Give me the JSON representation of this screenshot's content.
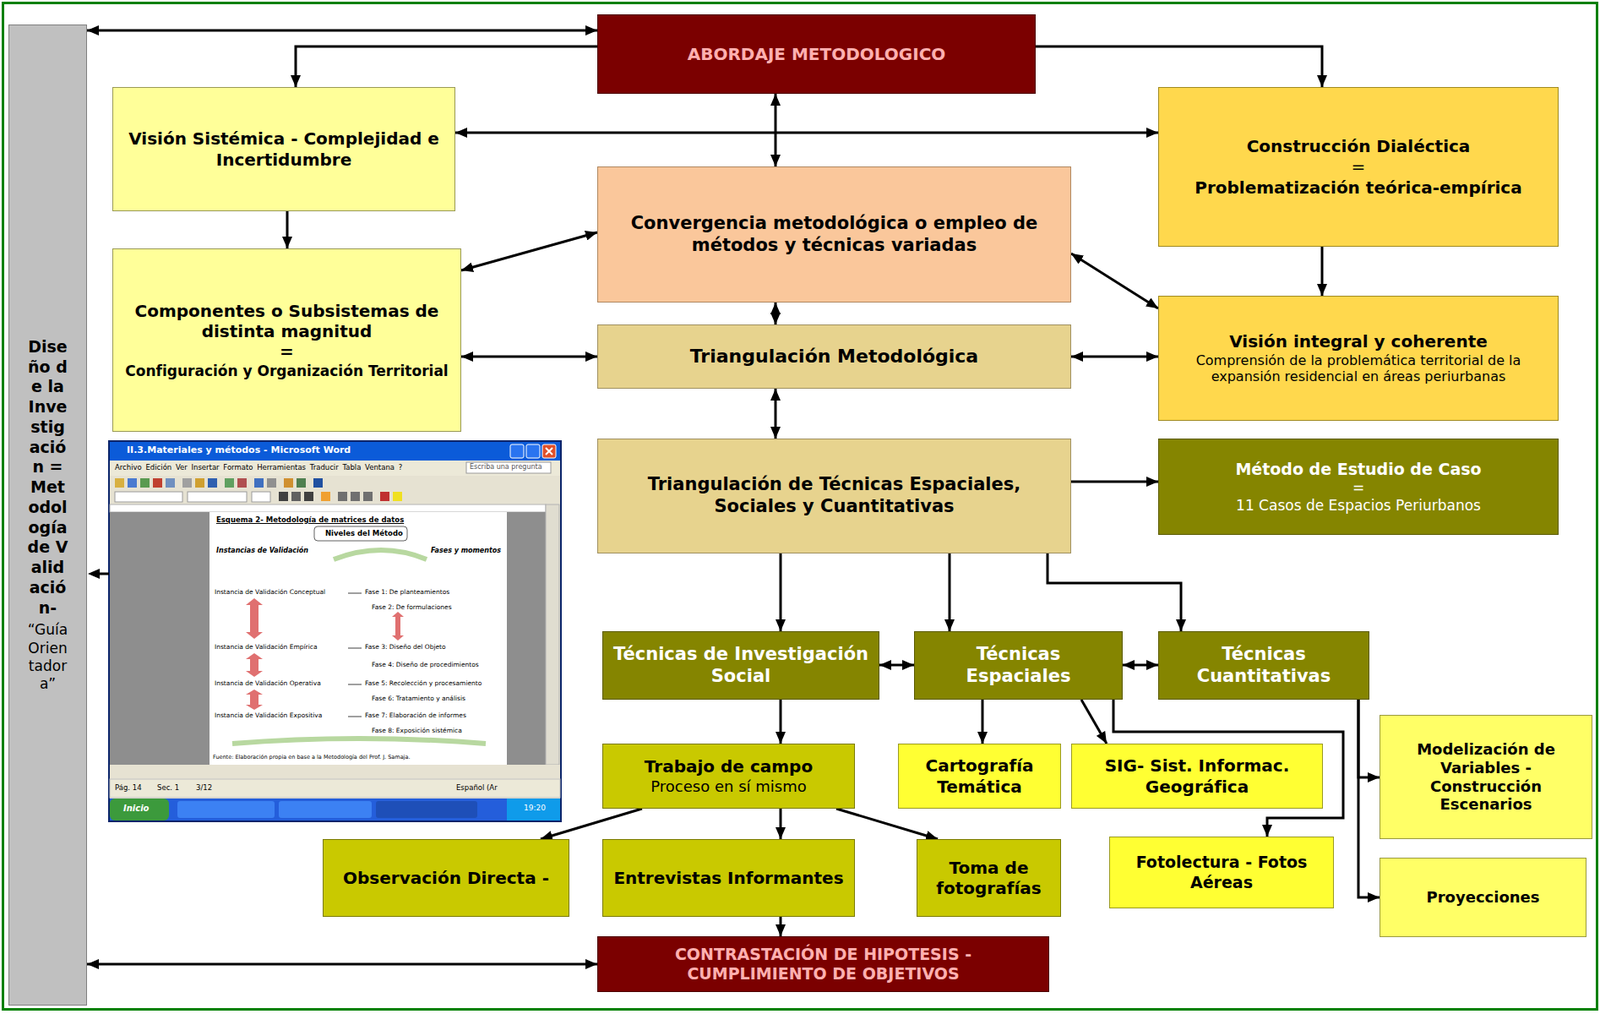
{
  "diagram": {
    "nodes": [
      {
        "text": [
          "Diseño de la Investigación = Metodología de Validación-",
          "“Guía Orientadora”"
        ]
      },
      {
        "text": [
          "ABORDAJE METODOLOGICO"
        ]
      },
      {
        "text": [
          "Visión Sistémica - Complejidad e Incertidumbre"
        ]
      },
      {
        "text": [
          "Construcción Dialéctica",
          "=",
          "Problematización teórica-empírica"
        ]
      },
      {
        "text": [
          "Convergencia metodológica o empleo de métodos y técnicas variadas"
        ]
      },
      {
        "text": [
          "Componentes o Subsistemas de distinta magnitud",
          "=",
          "Configuración y Organización Territorial"
        ]
      },
      {
        "text": [
          "Triangulación Metodológica"
        ]
      },
      {
        "text": [
          "Visión integral y coherente",
          "Comprensión de la problemática territorial de la expansión residencial en áreas periurbanas"
        ]
      },
      {
        "text": [
          "Triangulación de Técnicas Espaciales, Sociales y Cuantitativas"
        ]
      },
      {
        "text": [
          "Método de Estudio de Caso",
          "=",
          "11 Casos de Espacios Periurbanos"
        ]
      },
      {
        "text": [
          "Técnicas de Investigación Social"
        ]
      },
      {
        "text": [
          "Técnicas Espaciales"
        ]
      },
      {
        "text": [
          "Técnicas Cuantitativas"
        ]
      },
      {
        "text": [
          "Trabajo de campo",
          "Proceso en sí mismo"
        ]
      },
      {
        "text": [
          "Cartografía Temática"
        ]
      },
      {
        "text": [
          "SIG- Sist. Informac. Geográfica"
        ]
      },
      {
        "text": [
          "Modelización de Variables - Construcción Escenarios"
        ]
      },
      {
        "text": [
          "Observación Directa -"
        ]
      },
      {
        "text": [
          "Entrevistas Informantes"
        ]
      },
      {
        "text": [
          "Toma de fotografías"
        ]
      },
      {
        "text": [
          "Fotolectura - Fotos Aéreas"
        ]
      },
      {
        "text": [
          "Proyecciones"
        ]
      },
      {
        "text": [
          "CONTRASTACIÓN DE HIPOTESIS - CUMPLIMIENTO DE OBJETIVOS"
        ]
      }
    ],
    "edges": [
      {
        "from": 0,
        "to": 1,
        "arrow": "both"
      },
      {
        "from": 1,
        "to": 2,
        "arrow": "to"
      },
      {
        "from": 1,
        "to": 3,
        "arrow": "to"
      },
      {
        "from": 2,
        "to": 3,
        "arrow": "both"
      },
      {
        "from": 1,
        "to": 4,
        "arrow": "both"
      },
      {
        "from": 2,
        "to": 5,
        "arrow": "to"
      },
      {
        "from": 4,
        "to": 5,
        "arrow": "both"
      },
      {
        "from": 4,
        "to": 6,
        "arrow": "both"
      },
      {
        "from": 4,
        "to": 7,
        "arrow": "both"
      },
      {
        "from": 3,
        "to": 7,
        "arrow": "to"
      },
      {
        "from": 5,
        "to": 6,
        "arrow": "both"
      },
      {
        "from": 6,
        "to": 7,
        "arrow": "both"
      },
      {
        "from": 6,
        "to": 8,
        "arrow": "both"
      },
      {
        "from": 8,
        "to": 9,
        "arrow": "to"
      },
      {
        "from": 8,
        "to": 10,
        "arrow": "to"
      },
      {
        "from": 8,
        "to": 11,
        "arrow": "to"
      },
      {
        "from": 8,
        "to": 12,
        "arrow": "to"
      },
      {
        "from": 10,
        "to": 11,
        "arrow": "both"
      },
      {
        "from": 11,
        "to": 12,
        "arrow": "both"
      },
      {
        "from": 10,
        "to": 13,
        "arrow": "to"
      },
      {
        "from": 11,
        "to": 14,
        "arrow": "to"
      },
      {
        "from": 11,
        "to": 15,
        "arrow": "to"
      },
      {
        "from": 11,
        "to": 20,
        "arrow": "to"
      },
      {
        "from": 12,
        "to": 16,
        "arrow": "to"
      },
      {
        "from": 12,
        "to": 21,
        "arrow": "to"
      },
      {
        "from": 13,
        "to": 17,
        "arrow": "to"
      },
      {
        "from": 13,
        "to": 18,
        "arrow": "to"
      },
      {
        "from": 13,
        "to": 19,
        "arrow": "to"
      },
      {
        "from": 18,
        "to": 22,
        "arrow": "to"
      },
      {
        "from": 0,
        "to": 22,
        "arrow": "both"
      }
    ],
    "labels": [
      "II.3.Materiales y métodos - Microsoft Word",
      "Archivo Edición Ver Insertar Formato Herramientas Traducir Tabla Ventana ?",
      "Escriba una pregunta",
      "Esquema 2- Metodología de matrices de datos",
      "Niveles del Método",
      "Instancias de Validación",
      "Fases y momentos",
      "Instancia de Validación Conceptual",
      "Fase 1: De planteamientos",
      "Fase 2: De formulaciones",
      "Instancia de Validación Empírica",
      "Fase 3: Diseño del Objeto",
      "Fase 4: Diseño de procedimientos",
      "Instancia de Validación Operativa",
      "Fase 5: Recolección y procesamiento",
      "Fase 6: Tratamiento y análisis",
      "Instancia de Validación Expositiva",
      "Fase 7: Elaboración de informes",
      "Fase 8: Exposición sistémica",
      "Fuente: Elaboración propia en base a la Metodología del Prof. J. Samaja.",
      "Pág. 14",
      "Sec. 1",
      "3/12",
      "Español (Ar",
      "Inicio",
      "19:20"
    ]
  }
}
